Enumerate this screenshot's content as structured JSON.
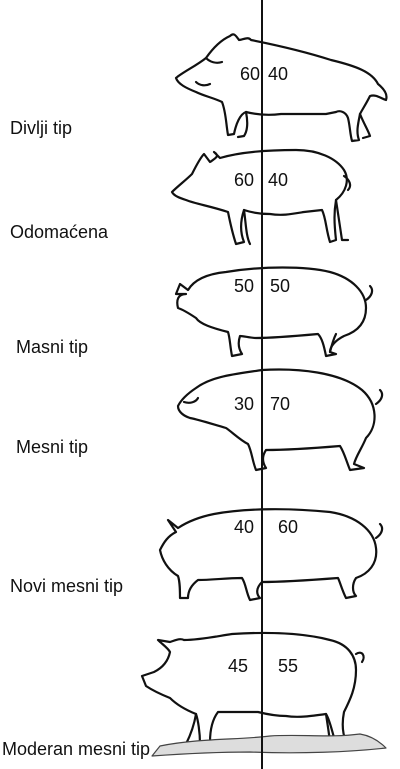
{
  "rows": [
    {
      "label": "Divlji tip",
      "left": "60",
      "right": "40"
    },
    {
      "label": "Odomaćena",
      "left": "60",
      "right": "40"
    },
    {
      "label": "Masni tip",
      "left": "50",
      "right": "50"
    },
    {
      "label": "Mesni tip",
      "left": "30",
      "right": "70"
    },
    {
      "label": "Novi mesni tip",
      "left": "40",
      "right": "60"
    },
    {
      "label": "Moderan mesni tip",
      "left": "45",
      "right": "55"
    }
  ]
}
